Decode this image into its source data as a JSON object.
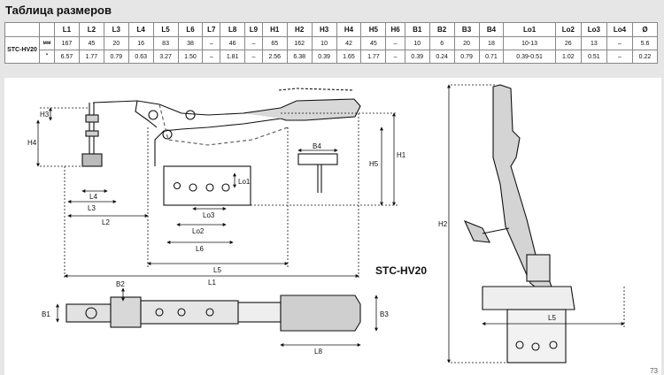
{
  "title": "Таблица размеров",
  "table": {
    "headers": [
      "",
      "",
      "L1",
      "L2",
      "L3",
      "L4",
      "L5",
      "L6",
      "L7",
      "L8",
      "L9",
      "H1",
      "H2",
      "H3",
      "H4",
      "H5",
      "H6",
      "B1",
      "B2",
      "B3",
      "B4",
      "Lo1",
      "Lo2",
      "Lo3",
      "Lo4",
      "Ø"
    ],
    "model": "STC-HV20",
    "rows": [
      {
        "unit": "мм",
        "values": [
          "167",
          "45",
          "20",
          "16",
          "83",
          "38",
          "–",
          "46",
          "–",
          "65",
          "162",
          "10",
          "42",
          "45",
          "–",
          "10",
          "6",
          "20",
          "18",
          "10-13",
          "26",
          "13",
          "–",
          "5.6"
        ]
      },
      {
        "unit": "\"",
        "values": [
          "6.57",
          "1.77",
          "0.79",
          "0.63",
          "3.27",
          "1.50",
          "–",
          "1.81",
          "–",
          "2.56",
          "6.38",
          "0.39",
          "1.65",
          "1.77",
          "–",
          "0.39",
          "0.24",
          "0.79",
          "0.71",
          "0.39-0.51",
          "1.02",
          "0.51",
          "–",
          "0.22"
        ]
      }
    ]
  },
  "drawing": {
    "model_label": "STC-HV20",
    "dims": {
      "L1": "L1",
      "L2": "L2",
      "L3": "L3",
      "L4": "L4",
      "L5": "L5",
      "L6": "L6",
      "L8": "L8",
      "H1": "H1",
      "H2": "H2",
      "H3": "H3",
      "H4": "H4",
      "H5": "H5",
      "B1": "B1",
      "B2": "B2",
      "B3": "B3",
      "B4": "B4",
      "Lo1": "Lo1",
      "Lo2": "Lo2",
      "Lo3": "Lo3",
      "L5_side": "L5"
    }
  },
  "page_number": "73"
}
